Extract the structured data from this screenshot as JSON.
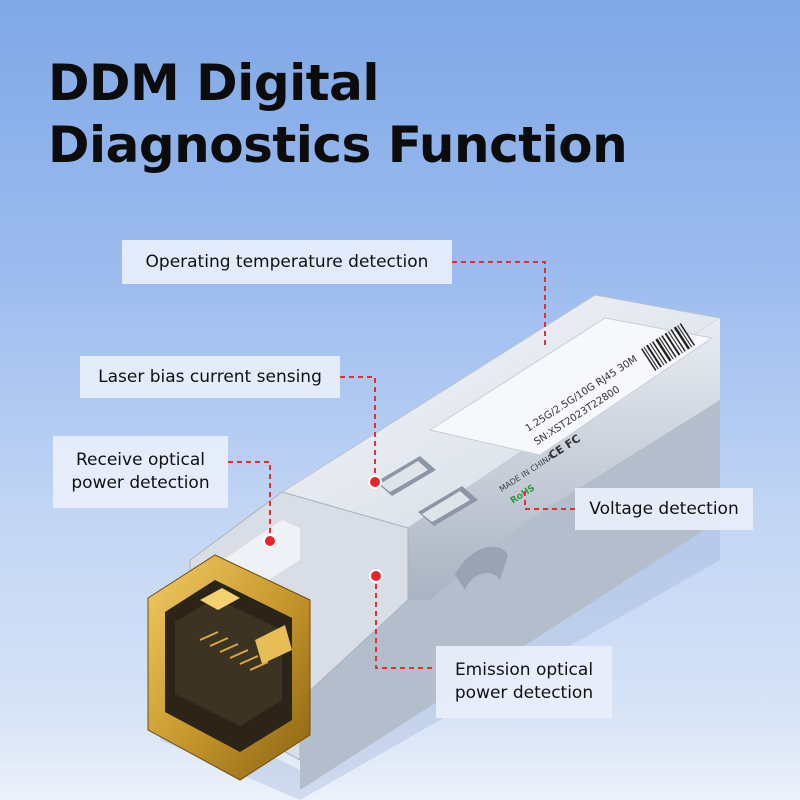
{
  "title": {
    "line1": "DDM Digital",
    "line2": "Diagnostics Function"
  },
  "callouts": {
    "temperature": "Operating temperature detection",
    "laser_bias": "Laser bias current sensing",
    "receive_line1": "Receive optical",
    "receive_line2": "power detection",
    "voltage": "Voltage detection",
    "emission_line1": "Emission optical",
    "emission_line2": "power detection"
  },
  "module_label": {
    "model": "1.25G/2.5G/10G RJ45 30M",
    "serial": "SN:XST2023T22800",
    "origin": "MADE IN CHINA",
    "certs": "CE FC",
    "rohs": "RoHS"
  },
  "colors": {
    "callout_line": "#e03030",
    "dot": "#e8252b"
  }
}
